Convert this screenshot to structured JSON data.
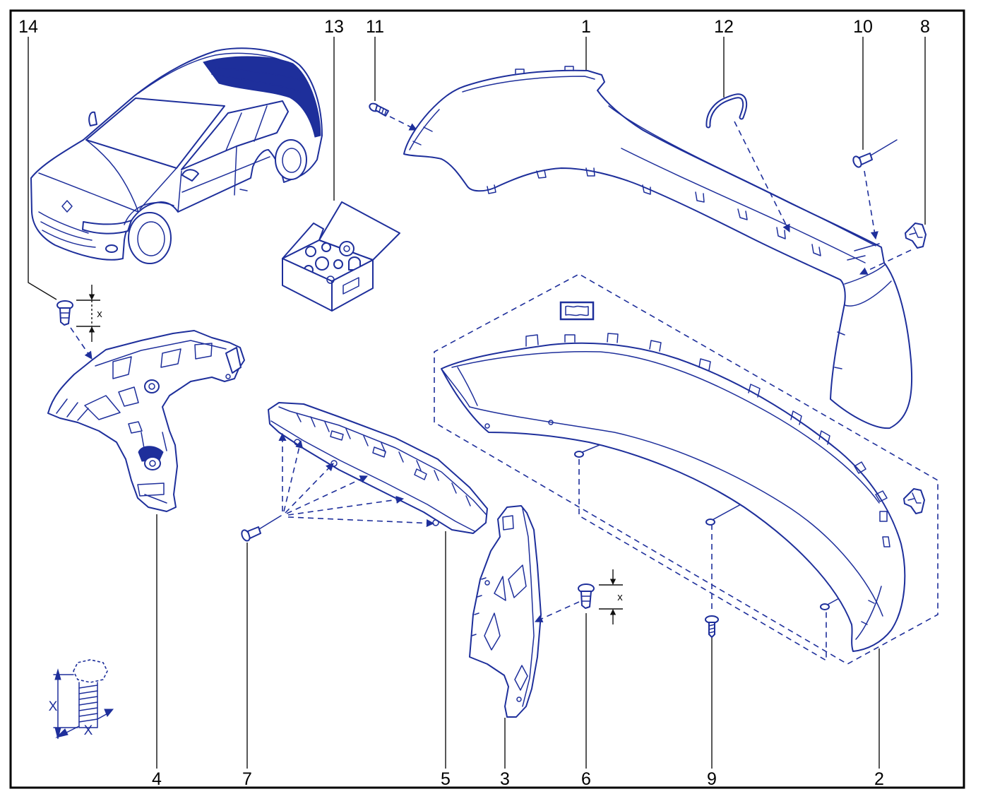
{
  "callouts": {
    "part_14": "14",
    "part_13": "13",
    "part_11": "11",
    "part_1": "1",
    "part_12": "12",
    "part_10": "10",
    "part_8": "8",
    "part_4": "4",
    "part_7": "7",
    "part_5": "5",
    "part_3": "3",
    "part_6": "6",
    "part_9": "9",
    "part_2": "2"
  },
  "dimensions": {
    "clip_14_height": "x",
    "clip_6_height": "x",
    "bolt_length": "X",
    "bolt_diameter": "X"
  },
  "colors": {
    "line": "#1e2f9b",
    "frame": "#000000",
    "background": "#ffffff"
  }
}
